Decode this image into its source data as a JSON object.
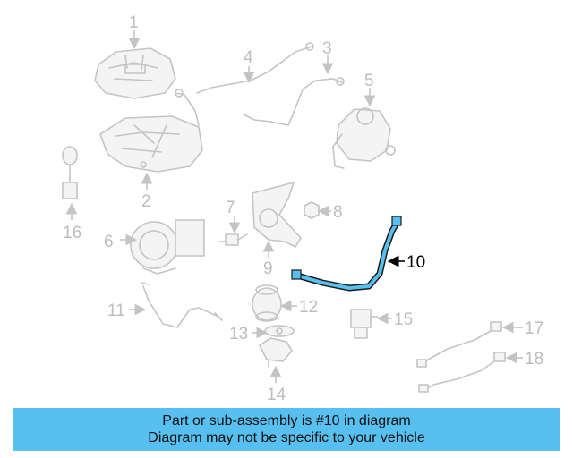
{
  "diagram": {
    "highlight_color": "#57c0f0",
    "callouts": [
      "1",
      "2",
      "3",
      "4",
      "5",
      "6",
      "7",
      "8",
      "9",
      "10",
      "11",
      "12",
      "13",
      "14",
      "15",
      "16",
      "17",
      "18"
    ],
    "highlighted_callout": "10"
  },
  "banner": {
    "line1": "Part or sub-assembly is #10 in diagram",
    "line2": "Diagram may not be specific to your vehicle",
    "color": "#57c0f0"
  }
}
